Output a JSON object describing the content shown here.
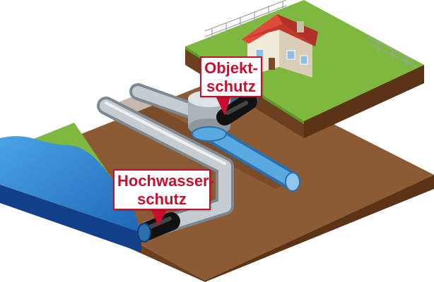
{
  "callouts": {
    "objektschutz": {
      "line1": "Objekt-",
      "line2": "schutz"
    },
    "hochwasserschutz": {
      "line1": "Hochwasser-",
      "line2": "schutz"
    }
  },
  "colors": {
    "accent": "#c8102e",
    "soil_top": "#8c5a33",
    "soil_side": "#6b3f1f",
    "grass": "#7fb83e",
    "water": "#2f86d6",
    "pipe_grey": "#b9c2c9",
    "pipe_blue": "#5aa9e0",
    "roof": "#c0392b",
    "house_wall": "#f2ead8"
  }
}
